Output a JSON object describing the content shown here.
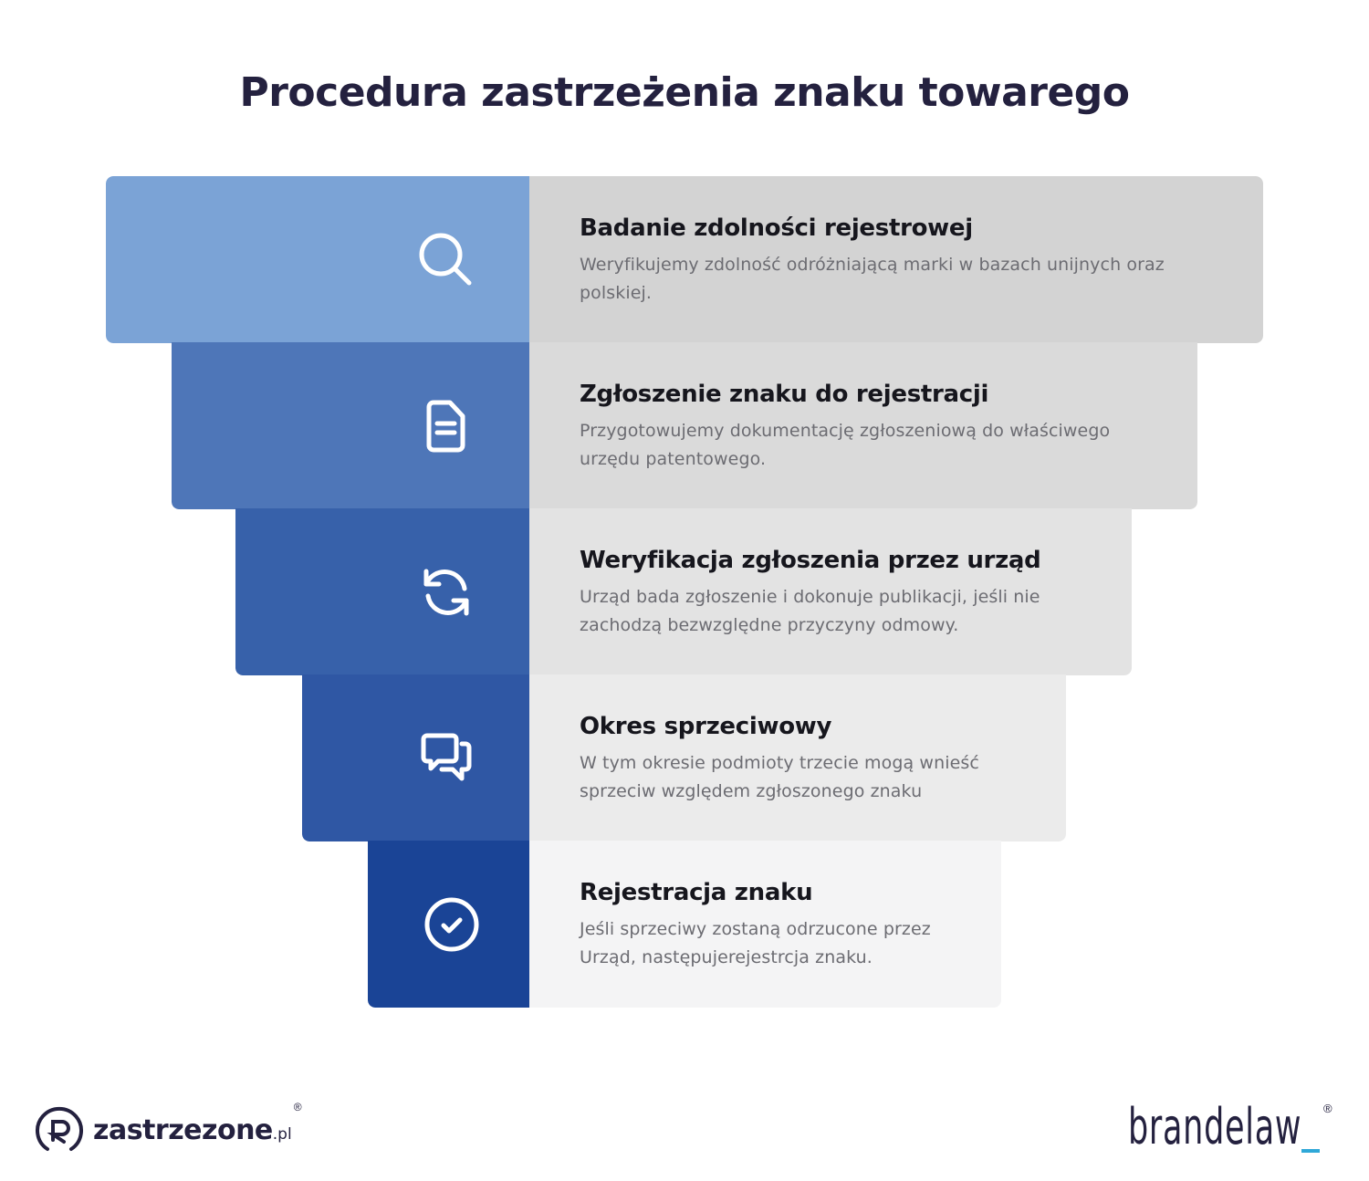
{
  "title": "Procedura zastrzeżenia znaku towarego",
  "steps": [
    {
      "title": "Badanie zdolności rejestrowej",
      "description": "Weryfikujemy zdolność odróżniającą marki w bazach unijnych oraz polskiej.",
      "icon": "search-icon",
      "blue": "#7BA3D6",
      "gray": "#D3D3D3"
    },
    {
      "title": "Zgłoszenie znaku do rejestracji",
      "description": "Przygotowujemy dokumentację zgłoszeniową do właściwego urzędu patentowego.",
      "icon": "document-icon",
      "blue": "#4E76B8",
      "gray": "#DADADA"
    },
    {
      "title": "Weryfikacja zgłoszenia przez urząd",
      "description": "Urząd bada zgłoszenie i dokonuje publikacji, jeśli nie zachodzą bezwzględne przyczyny odmowy.",
      "icon": "refresh-icon",
      "blue": "#3761AA",
      "gray": "#E3E3E3"
    },
    {
      "title": "Okres sprzeciwowy",
      "description": "W tym okresie podmioty trzecie mogą wnieść sprzeciw względem zgłoszonego znaku",
      "icon": "chat-bubbles-icon",
      "blue": "#2F57A4",
      "gray": "#EBEBEB"
    },
    {
      "title": "Rejestracja znaku",
      "description": "Jeśli sprzeciwy zostaną odrzucone przez Urząd, następujerejestrcja znaku.",
      "icon": "check-circle-icon",
      "blue": "#1A4496",
      "gray": "#F4F4F5"
    }
  ],
  "footer": {
    "left_logo": {
      "word": "zastrzezone",
      "tld": ".pl",
      "reg": "®"
    },
    "right_logo": {
      "word": "brandelaw",
      "reg": "®",
      "accent": "#2FA8D8"
    }
  },
  "colors": {
    "title": "#24213F",
    "step_title": "#16161D",
    "step_desc": "#6C6C72"
  }
}
